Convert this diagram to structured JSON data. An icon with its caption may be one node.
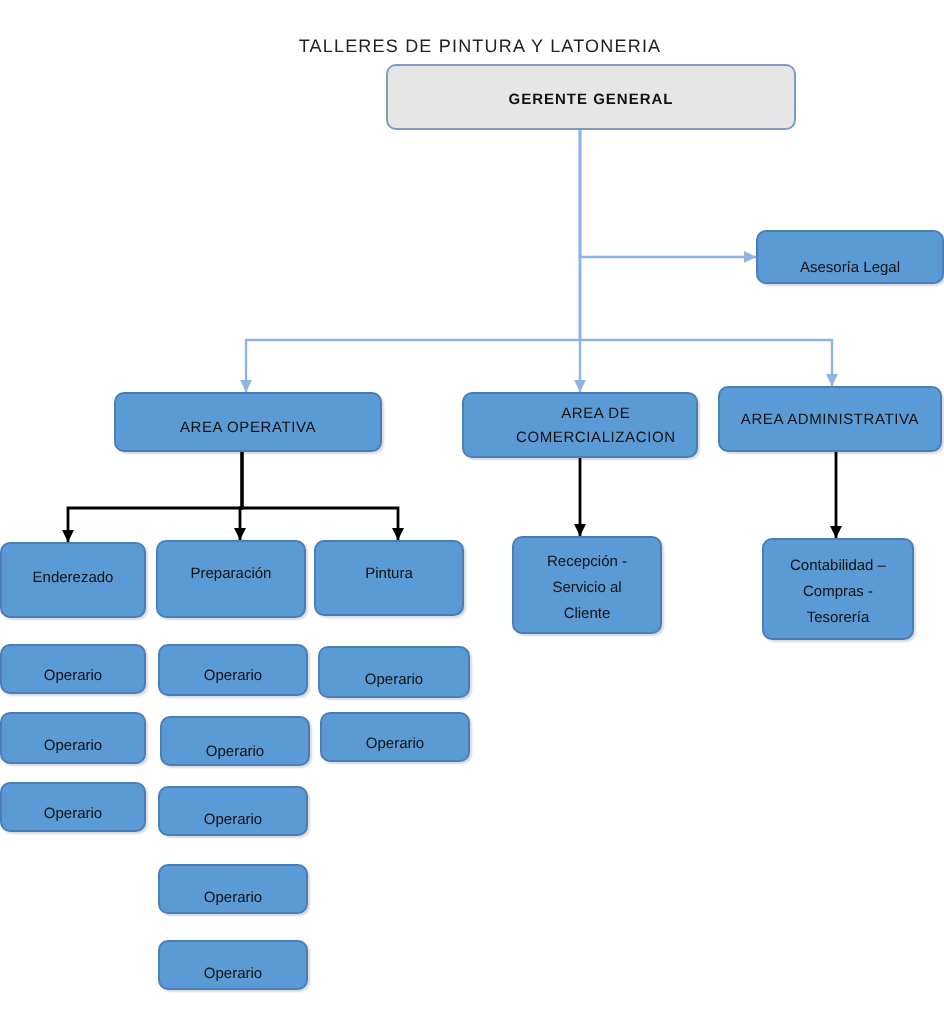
{
  "diagram": {
    "title": "TALLERES DE PINTURA Y LATONERIA",
    "nodes": [
      {
        "text": [
          "GERENTE GENERAL"
        ]
      },
      {
        "text": [
          "Asesoría Legal"
        ]
      },
      {
        "text": [
          "AREA OPERATIVA"
        ]
      },
      {
        "text": [
          "AREA DE COMERCIALIZACION"
        ]
      },
      {
        "text": [
          "AREA ADMINISTRATIVA"
        ]
      },
      {
        "text": [
          "Enderezado"
        ]
      },
      {
        "text": [
          "Preparación"
        ]
      },
      {
        "text": [
          "Pintura"
        ]
      },
      {
        "text": [
          "Recepción - Servicio al Cliente"
        ]
      },
      {
        "text": [
          "Contabilidad – Compras - Tesorería"
        ]
      },
      {
        "text": [
          "Operario"
        ]
      },
      {
        "text": [
          "Operario"
        ]
      },
      {
        "text": [
          "Operario"
        ]
      },
      {
        "text": [
          "Operario"
        ]
      },
      {
        "text": [
          "Operario"
        ]
      },
      {
        "text": [
          "Operario"
        ]
      },
      {
        "text": [
          "Operario"
        ]
      },
      {
        "text": [
          "Operario"
        ]
      },
      {
        "text": [
          "Operario"
        ]
      },
      {
        "text": [
          "Operario"
        ]
      }
    ],
    "edges": [
      {
        "from": 0,
        "to": 1,
        "arrow": "to",
        "color": "#8eb4e3"
      },
      {
        "from": 0,
        "to": 2,
        "arrow": "to",
        "color": "#8eb4e3"
      },
      {
        "from": 0,
        "to": 3,
        "arrow": "to",
        "color": "#8eb4e3"
      },
      {
        "from": 0,
        "to": 4,
        "arrow": "to",
        "color": "#8eb4e3"
      },
      {
        "from": 2,
        "to": 5,
        "arrow": "to"
      },
      {
        "from": 2,
        "to": 6,
        "arrow": "to"
      },
      {
        "from": 2,
        "to": 7,
        "arrow": "to"
      },
      {
        "from": 3,
        "to": 8,
        "arrow": "to"
      },
      {
        "from": 4,
        "to": 9,
        "arrow": "to"
      }
    ]
  }
}
